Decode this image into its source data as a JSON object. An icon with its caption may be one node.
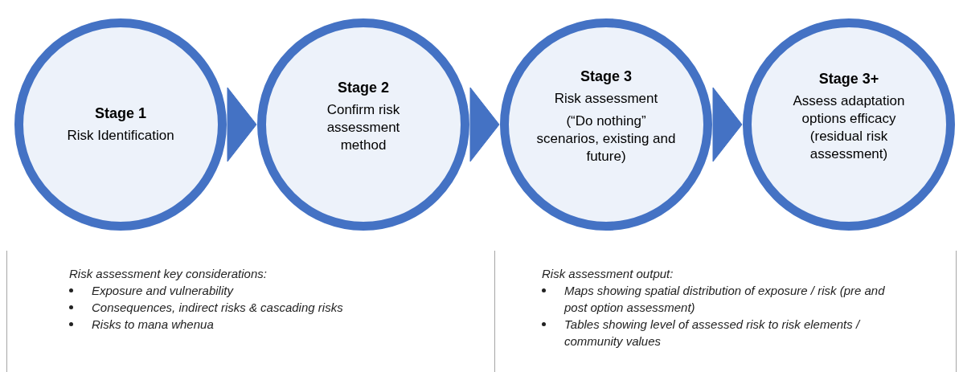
{
  "diagram": {
    "nodes": [
      {
        "text": [
          "Stage 1",
          "Risk Identification"
        ]
      },
      {
        "text": [
          "Stage 2",
          "Confirm risk assessment method"
        ]
      },
      {
        "text": [
          "Stage 3",
          "Risk assessment",
          "(“Do nothing” scenarios, existing and future)"
        ]
      },
      {
        "text": [
          "Stage 3+",
          "Assess adaptation options efficacy (residual risk assessment)"
        ]
      },
      {
        "text": [
          "Risk assessment key considerations:",
          "Exposure and vulnerability",
          "Consequences, indirect risks & cascading risks",
          "Risks to mana whenua"
        ]
      },
      {
        "text": [
          "Risk assessment output:",
          "Maps showing spatial distribution of exposure / risk (pre and post option assessment)",
          "Tables showing level of assessed risk to risk elements / community values"
        ]
      }
    ],
    "edges": [
      {
        "from": 0,
        "to": 1,
        "arrow": "to"
      },
      {
        "from": 1,
        "to": 2,
        "arrow": "to"
      },
      {
        "from": 2,
        "to": 3,
        "arrow": "to"
      }
    ]
  }
}
